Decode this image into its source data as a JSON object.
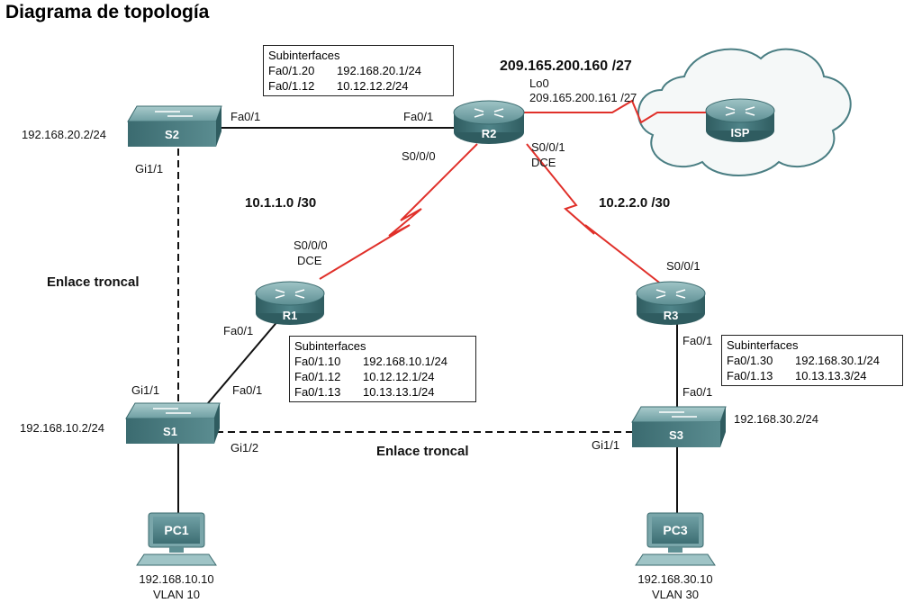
{
  "title": "Diagrama de topología",
  "colors": {
    "serial": "#e0302a",
    "ethernet": "#111111",
    "device": "#3f6f73"
  },
  "devices": {
    "r1": {
      "name": "R1"
    },
    "r2": {
      "name": "R2"
    },
    "r3": {
      "name": "R3"
    },
    "isp": {
      "name": "ISP"
    },
    "s1": {
      "name": "S1"
    },
    "s2": {
      "name": "S2"
    },
    "s3": {
      "name": "S3"
    },
    "pc1": {
      "name": "PC1"
    },
    "pc3": {
      "name": "PC3"
    }
  },
  "networks": {
    "isp_net": "209.165.200.160 /27",
    "net_r1r2": "10.1.1.0 /30",
    "net_r2r3": "10.2.2.0 /30"
  },
  "labels": {
    "s2_ip": "192.168.20.2/24",
    "s2_fa": "Fa0/1",
    "s2_gi": "Gi1/1",
    "r2_fa": "Fa0/1",
    "r2_s000": "S0/0/0",
    "r2_s001": "S0/0/1",
    "r2_dce": "DCE",
    "r2_lo": "Lo0",
    "r2_lo_ip": "209.165.200.161 /27",
    "r1_s000": "S0/0/0",
    "r1_dce": "DCE",
    "r1_fa": "Fa0/1",
    "r3_s001": "S0/0/1",
    "r3_fa": "Fa0/1",
    "s1_ip": "192.168.10.2/24",
    "s1_gi11": "Gi1/1",
    "s1_fa": "Fa0/1",
    "s1_gi12": "Gi1/2",
    "s3_ip": "192.168.30.2/24",
    "s3_fa": "Fa0/1",
    "s3_gi": "Gi1/1",
    "trunk_left": "Enlace troncal",
    "trunk_bottom": "Enlace troncal",
    "pc1_ip": "192.168.10.10",
    "pc1_vlan": "VLAN 10",
    "pc3_ip": "192.168.30.10",
    "pc3_vlan": "VLAN 30"
  },
  "boxes": {
    "r2": {
      "heading": "Subinterfaces",
      "rows": [
        {
          "if": "Fa0/1.20",
          "ip": "192.168.20.1/24"
        },
        {
          "if": "Fa0/1.12",
          "ip": "10.12.12.2/24"
        }
      ]
    },
    "r1": {
      "heading": "Subinterfaces",
      "rows": [
        {
          "if": "Fa0/1.10",
          "ip": "192.168.10.1/24"
        },
        {
          "if": "Fa0/1.12",
          "ip": "10.12.12.1/24"
        },
        {
          "if": "Fa0/1.13",
          "ip": "10.13.13.1/24"
        }
      ]
    },
    "r3": {
      "heading": "Subinterfaces",
      "rows": [
        {
          "if": "Fa0/1.30",
          "ip": "192.168.30.1/24"
        },
        {
          "if": "Fa0/1.13",
          "ip": "10.13.13.3/24"
        }
      ]
    }
  },
  "icons": [
    "router-icon",
    "switch-icon",
    "pc-icon",
    "cloud-icon",
    "serial-link-icon"
  ]
}
